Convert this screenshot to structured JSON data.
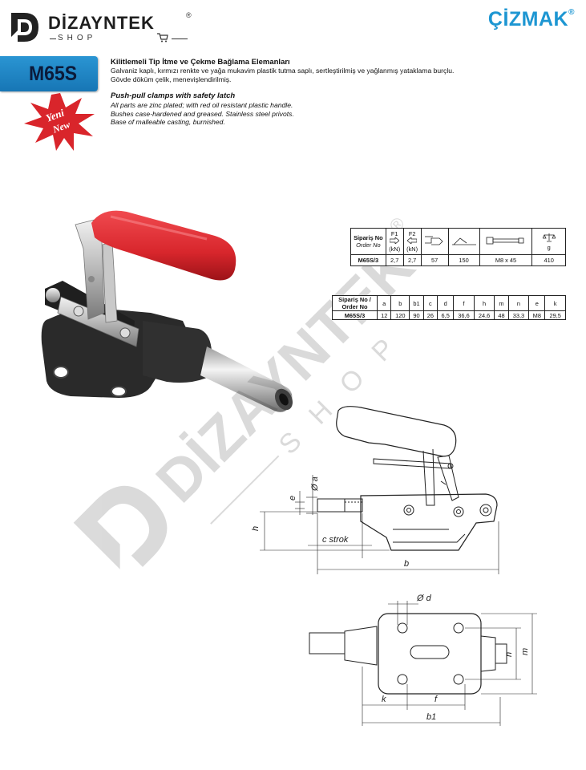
{
  "header": {
    "brand_name": "DİZAYNTEK",
    "brand_reg": "®",
    "brand_sub": "SHOP",
    "partner_brand": "ÇİZMAK",
    "partner_reg": "®"
  },
  "product": {
    "model_code": "M65S",
    "new_badge_line1": "Yeni",
    "new_badge_line2": "New",
    "title_tr": "Kilitlemeli Tip İtme ve Çekme Bağlama Elemanları",
    "desc_tr": [
      "Galvaniz kaplı, kırmızı renkte ve yağa mukavim plastik tutma saplı, sertleştirilmiş ve yağlanmış yataklama burçlu.",
      "Gövde döküm çelik, menevişlendirilmiş."
    ],
    "title_en": "Push-pull clamps with safety latch",
    "desc_en": [
      "All parts are zinc plated; with red oil resistant plastic handle.",
      "Bushes case-hardened  and greased. Stainless steel privots.",
      "Base of malleable casting, burnished."
    ]
  },
  "spec_table": {
    "header_order_tr": "Sipariş No",
    "header_order_en": "Order No",
    "header_f1": "F1",
    "header_f2": "F2",
    "header_kn1": "(kN)",
    "header_kn2": "(kN)",
    "header_g": "g",
    "row": {
      "order": "M65S/3",
      "f1": "2,7",
      "f2": "2,7",
      "stroke": "57",
      "angle": "150",
      "bolt": "M8 x 45",
      "weight": "410"
    }
  },
  "dim_table": {
    "header_order": "Sipariş No / Order No",
    "columns": [
      "a",
      "b",
      "b1",
      "c",
      "d",
      "f",
      "h",
      "m",
      "n",
      "e",
      "k"
    ],
    "row_order": "M65S/3",
    "values": [
      "12",
      "120",
      "90",
      "26",
      "6,5",
      "36,6",
      "24,6",
      "48",
      "33,3",
      "M8",
      "29,5"
    ]
  },
  "drawing_labels": {
    "phi_a": "Ø a",
    "e": "e",
    "h": "h",
    "c_strok": "c strok",
    "b": "b",
    "phi_d": "Ø d",
    "n": "n",
    "m": "m",
    "k": "k",
    "f": "f",
    "b1": "b1"
  },
  "watermark": {
    "text": "DİZAYNTEK",
    "sub": "SHOP",
    "reg": "®"
  },
  "colors": {
    "partner_blue": "#1d96d2",
    "badge_blue": "#2a95d3",
    "handle_red": "#d8262c",
    "new_red": "#d9252b"
  }
}
